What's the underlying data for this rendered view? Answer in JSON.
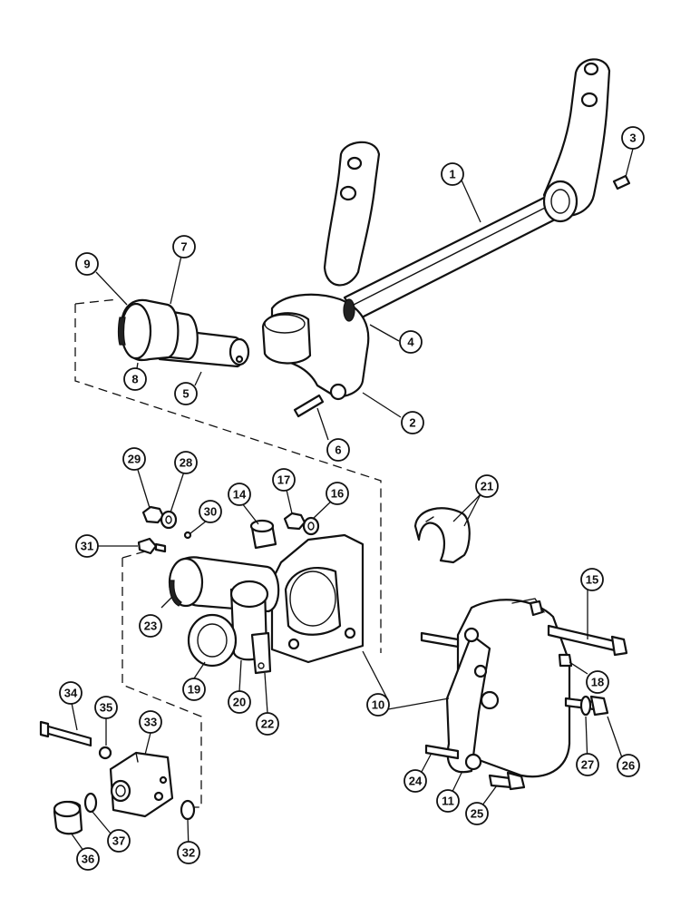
{
  "diagram": {
    "callouts": [
      {
        "id": "c1",
        "label": "1"
      },
      {
        "id": "c2",
        "label": "2"
      },
      {
        "id": "c3",
        "label": "3"
      },
      {
        "id": "c4",
        "label": "4"
      },
      {
        "id": "c5",
        "label": "5"
      },
      {
        "id": "c6",
        "label": "6"
      },
      {
        "id": "c7",
        "label": "7"
      },
      {
        "id": "c8",
        "label": "8"
      },
      {
        "id": "c9",
        "label": "9"
      },
      {
        "id": "c10",
        "label": "10"
      },
      {
        "id": "c11",
        "label": "11"
      },
      {
        "id": "c14",
        "label": "14"
      },
      {
        "id": "c15",
        "label": "15"
      },
      {
        "id": "c16",
        "label": "16"
      },
      {
        "id": "c17",
        "label": "17"
      },
      {
        "id": "c18",
        "label": "18"
      },
      {
        "id": "c19",
        "label": "19"
      },
      {
        "id": "c20",
        "label": "20"
      },
      {
        "id": "c21",
        "label": "21"
      },
      {
        "id": "c22",
        "label": "22"
      },
      {
        "id": "c23",
        "label": "23"
      },
      {
        "id": "c24",
        "label": "24"
      },
      {
        "id": "c25",
        "label": "25"
      },
      {
        "id": "c26",
        "label": "26"
      },
      {
        "id": "c27",
        "label": "27"
      },
      {
        "id": "c28",
        "label": "28"
      },
      {
        "id": "c29",
        "label": "29"
      },
      {
        "id": "c30",
        "label": "30"
      },
      {
        "id": "c31",
        "label": "31"
      },
      {
        "id": "c32",
        "label": "32"
      },
      {
        "id": "c33",
        "label": "33"
      },
      {
        "id": "c34",
        "label": "34"
      },
      {
        "id": "c35",
        "label": "35"
      },
      {
        "id": "c36",
        "label": "36"
      },
      {
        "id": "c37",
        "label": "37"
      }
    ]
  }
}
